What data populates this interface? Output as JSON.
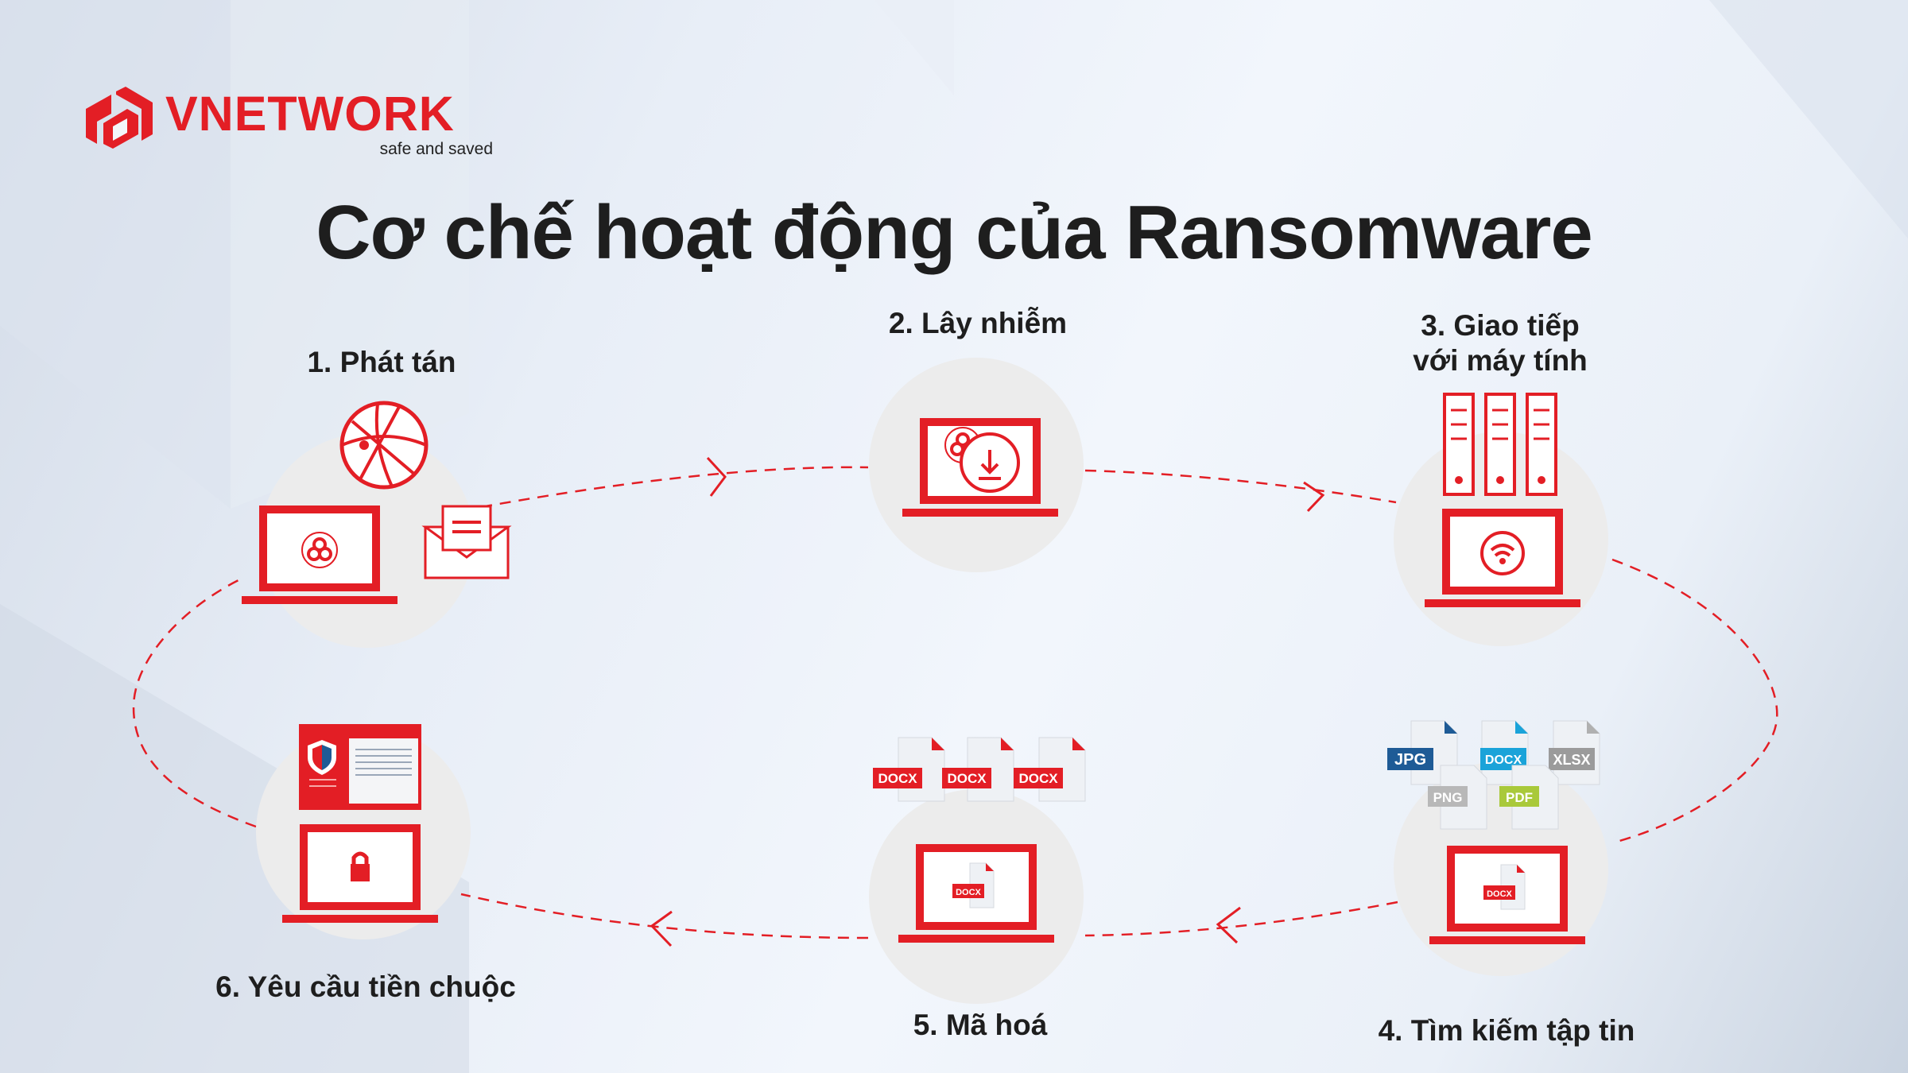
{
  "brand": {
    "name": "VNETWORK",
    "tagline": "safe and saved",
    "accent_color": "#e31e25"
  },
  "title": "Cơ chế hoạt động của Ransomware",
  "steps": [
    {
      "label": "1. Phát tán",
      "icons": [
        "globe-icon",
        "laptop-biohazard-icon",
        "email-icon"
      ]
    },
    {
      "label": "2. Lây nhiễm",
      "icons": [
        "laptop-biohazard-download-icon"
      ]
    },
    {
      "label_line1": "3. Giao tiếp",
      "label_line2": "với máy tính",
      "icons": [
        "server-rack-icon",
        "laptop-wifi-icon"
      ]
    },
    {
      "label": "4. Tìm kiếm tập tin",
      "icons": [
        "file-icons",
        "laptop-docx-icon"
      ]
    },
    {
      "label": "5. Mã hoá",
      "icons": [
        "docx-file-icons",
        "laptop-docx-icon"
      ]
    },
    {
      "label": "6. Yêu cầu tiền chuộc",
      "icons": [
        "ransom-note-window-icon",
        "laptop-lock-icon"
      ]
    }
  ],
  "file_types": {
    "jpg": "JPG",
    "docx": "DOCX",
    "xlsx": "XLSX",
    "png": "PNG",
    "pdf": "PDF"
  },
  "colors": {
    "red": "#e31e25",
    "jpg": "#1e5b96",
    "docx_blue": "#1aa3d9",
    "xlsx": "#9b9b9b",
    "png": "#b8b8b8",
    "pdf": "#a9c93a",
    "circle": "#ececec"
  }
}
